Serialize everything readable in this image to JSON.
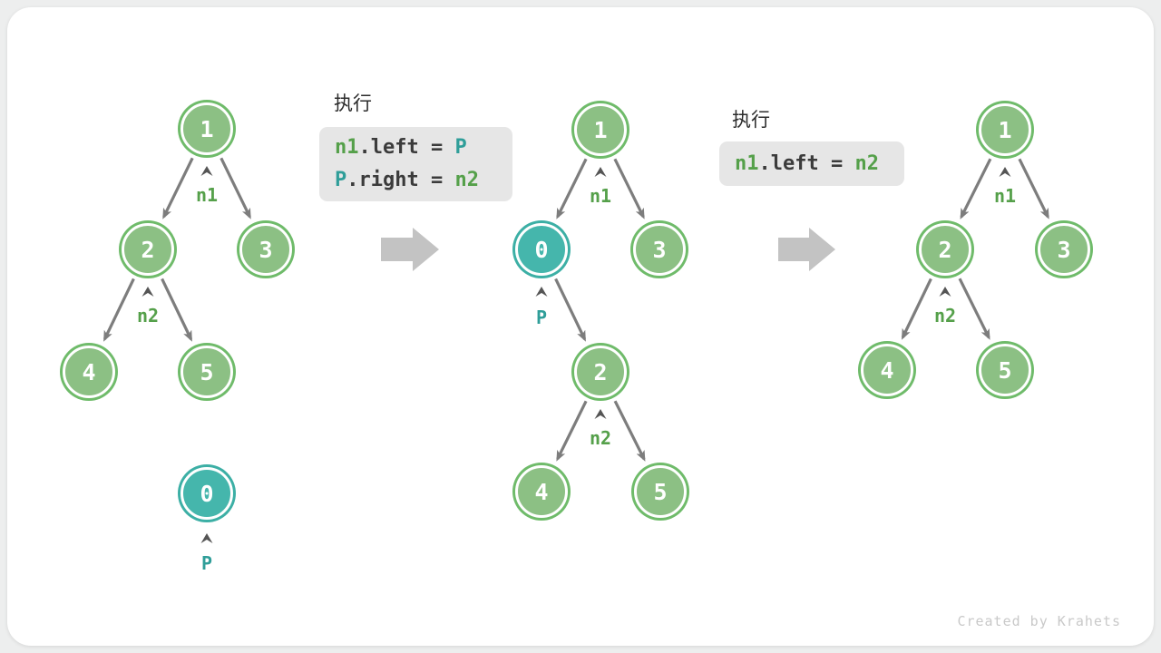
{
  "colors": {
    "node_green_fill": "#8cc084",
    "node_green_ring": "#6fbb6a",
    "node_teal_fill": "#45b6ac",
    "edge_gray": "#7d7d7d",
    "caret_gray": "#555555",
    "label_green": "#55a04a",
    "label_teal": "#2f9e99",
    "code_background": "#e6e6e6",
    "code_text": "#3b3b3b",
    "big_arrow_gray": "#c3c3c3",
    "card_background": "#ffffff",
    "page_background": "#edeeee",
    "watermark_gray": "#c9c9c9"
  },
  "watermark": "Created by Krahets",
  "code1": {
    "caption": "执行",
    "line1": {
      "a": "n1",
      "mid": ".left = ",
      "b": "P"
    },
    "line2": {
      "a": "P",
      "mid": ".right = ",
      "b": "n2"
    }
  },
  "code2": {
    "caption": "执行",
    "line1": {
      "a": "n1",
      "mid": ".left = ",
      "b": "n2"
    }
  },
  "tree1": {
    "node1": "1",
    "node2": "2",
    "node3": "3",
    "node4": "4",
    "node5": "5",
    "node0": "0",
    "label_n1": "n1",
    "label_n2": "n2",
    "label_p": "P"
  },
  "tree2": {
    "node1": "1",
    "node0": "0",
    "node3": "3",
    "node2": "2",
    "node4": "4",
    "node5": "5",
    "label_n1": "n1",
    "label_p": "P",
    "label_n2": "n2"
  },
  "tree3": {
    "node1": "1",
    "node2": "2",
    "node3": "3",
    "node4": "4",
    "node5": "5",
    "label_n1": "n1",
    "label_n2": "n2"
  }
}
